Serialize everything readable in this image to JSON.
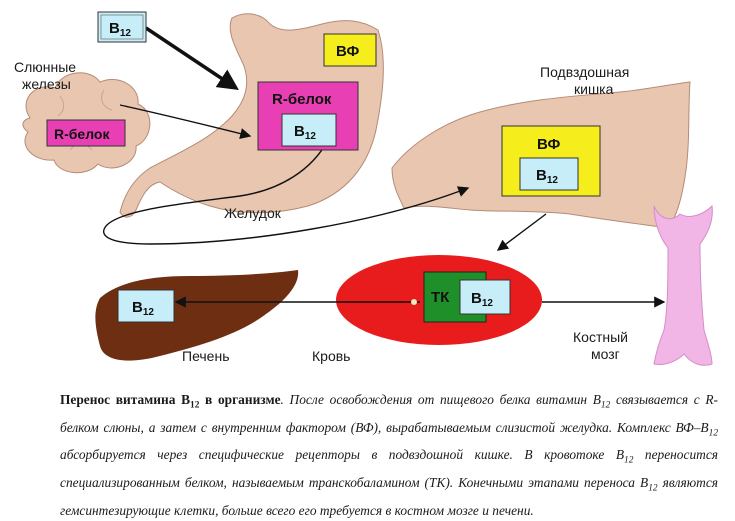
{
  "labels": {
    "salivary_glands_1": "Слюнные",
    "salivary_glands_2": "железы",
    "ileum_1": "Подвздошная",
    "ileum_2": "кишка",
    "stomach": "Желудок",
    "liver": "Печень",
    "blood": "Кровь",
    "bone_marrow_1": "Костный",
    "bone_marrow_2": "мозг"
  },
  "boxes": {
    "b12": "B",
    "b12_sub": "12",
    "if": "ВФ",
    "r_protein": "R-белок",
    "tc": "ТК"
  },
  "colors": {
    "organ": "#e8c6b0",
    "b12_box": "#c7eef8",
    "if_box": "#f5ee1c",
    "r_protein_box": "#e83fb4",
    "blood": "#e81c1c",
    "tc_box": "#1f8f2a",
    "liver": "#6e2e12",
    "bone": "#f2b6e6"
  },
  "caption": {
    "title_a": "Перенос витамина B",
    "title_sub": "12",
    "title_b": " в организме",
    "p1a": ". После освобождения от пищевого белка витамин B",
    "p1sub": "12",
    "p1b": " связывается с R-белком слюны, а затем с внутренним фактором (ВФ), вырабатываемым слизистой желудка. Комплекс ВФ–B",
    "p2sub": "12",
    "p2b": " абсорбируется через специфические рецепторы в подвздошной кишке. В кровотоке B",
    "p3sub": "12",
    "p3b": " переносится специализированным белком, называемым транскобаламином (ТК). Конечными этапами переноса B",
    "p4sub": "12",
    "p4b": " являются гемсинтезирующие клетки, больше всего его требуется в костном мозге и печени."
  }
}
